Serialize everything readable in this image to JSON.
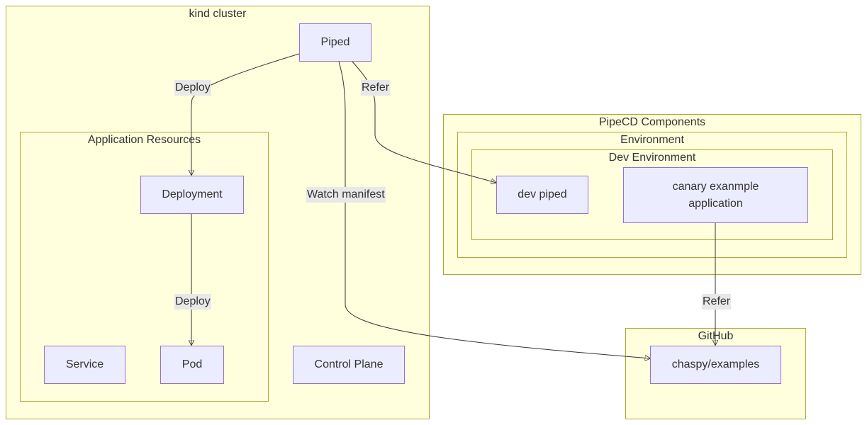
{
  "clusters": {
    "kind_cluster": "kind cluster",
    "application_resources": "Application Resources",
    "pipecd_components": "PipeCD Components",
    "environment": "Environment",
    "dev_environment": "Dev Environment",
    "github": "GitHub"
  },
  "nodes": {
    "piped": "Piped",
    "deployment": "Deployment",
    "service": "Service",
    "pod": "Pod",
    "control_plane": "Control Plane",
    "dev_piped": "dev piped",
    "canary_line1": "canary exanmple",
    "canary_line2": "application",
    "chaspy_examples": "chaspy/examples"
  },
  "edges": {
    "piped_to_deployment": "Deploy",
    "piped_to_dev_piped": "Refer",
    "piped_to_examples": "Watch manifest",
    "deployment_to_pod": "Deploy",
    "canary_to_examples": "Refer"
  }
}
